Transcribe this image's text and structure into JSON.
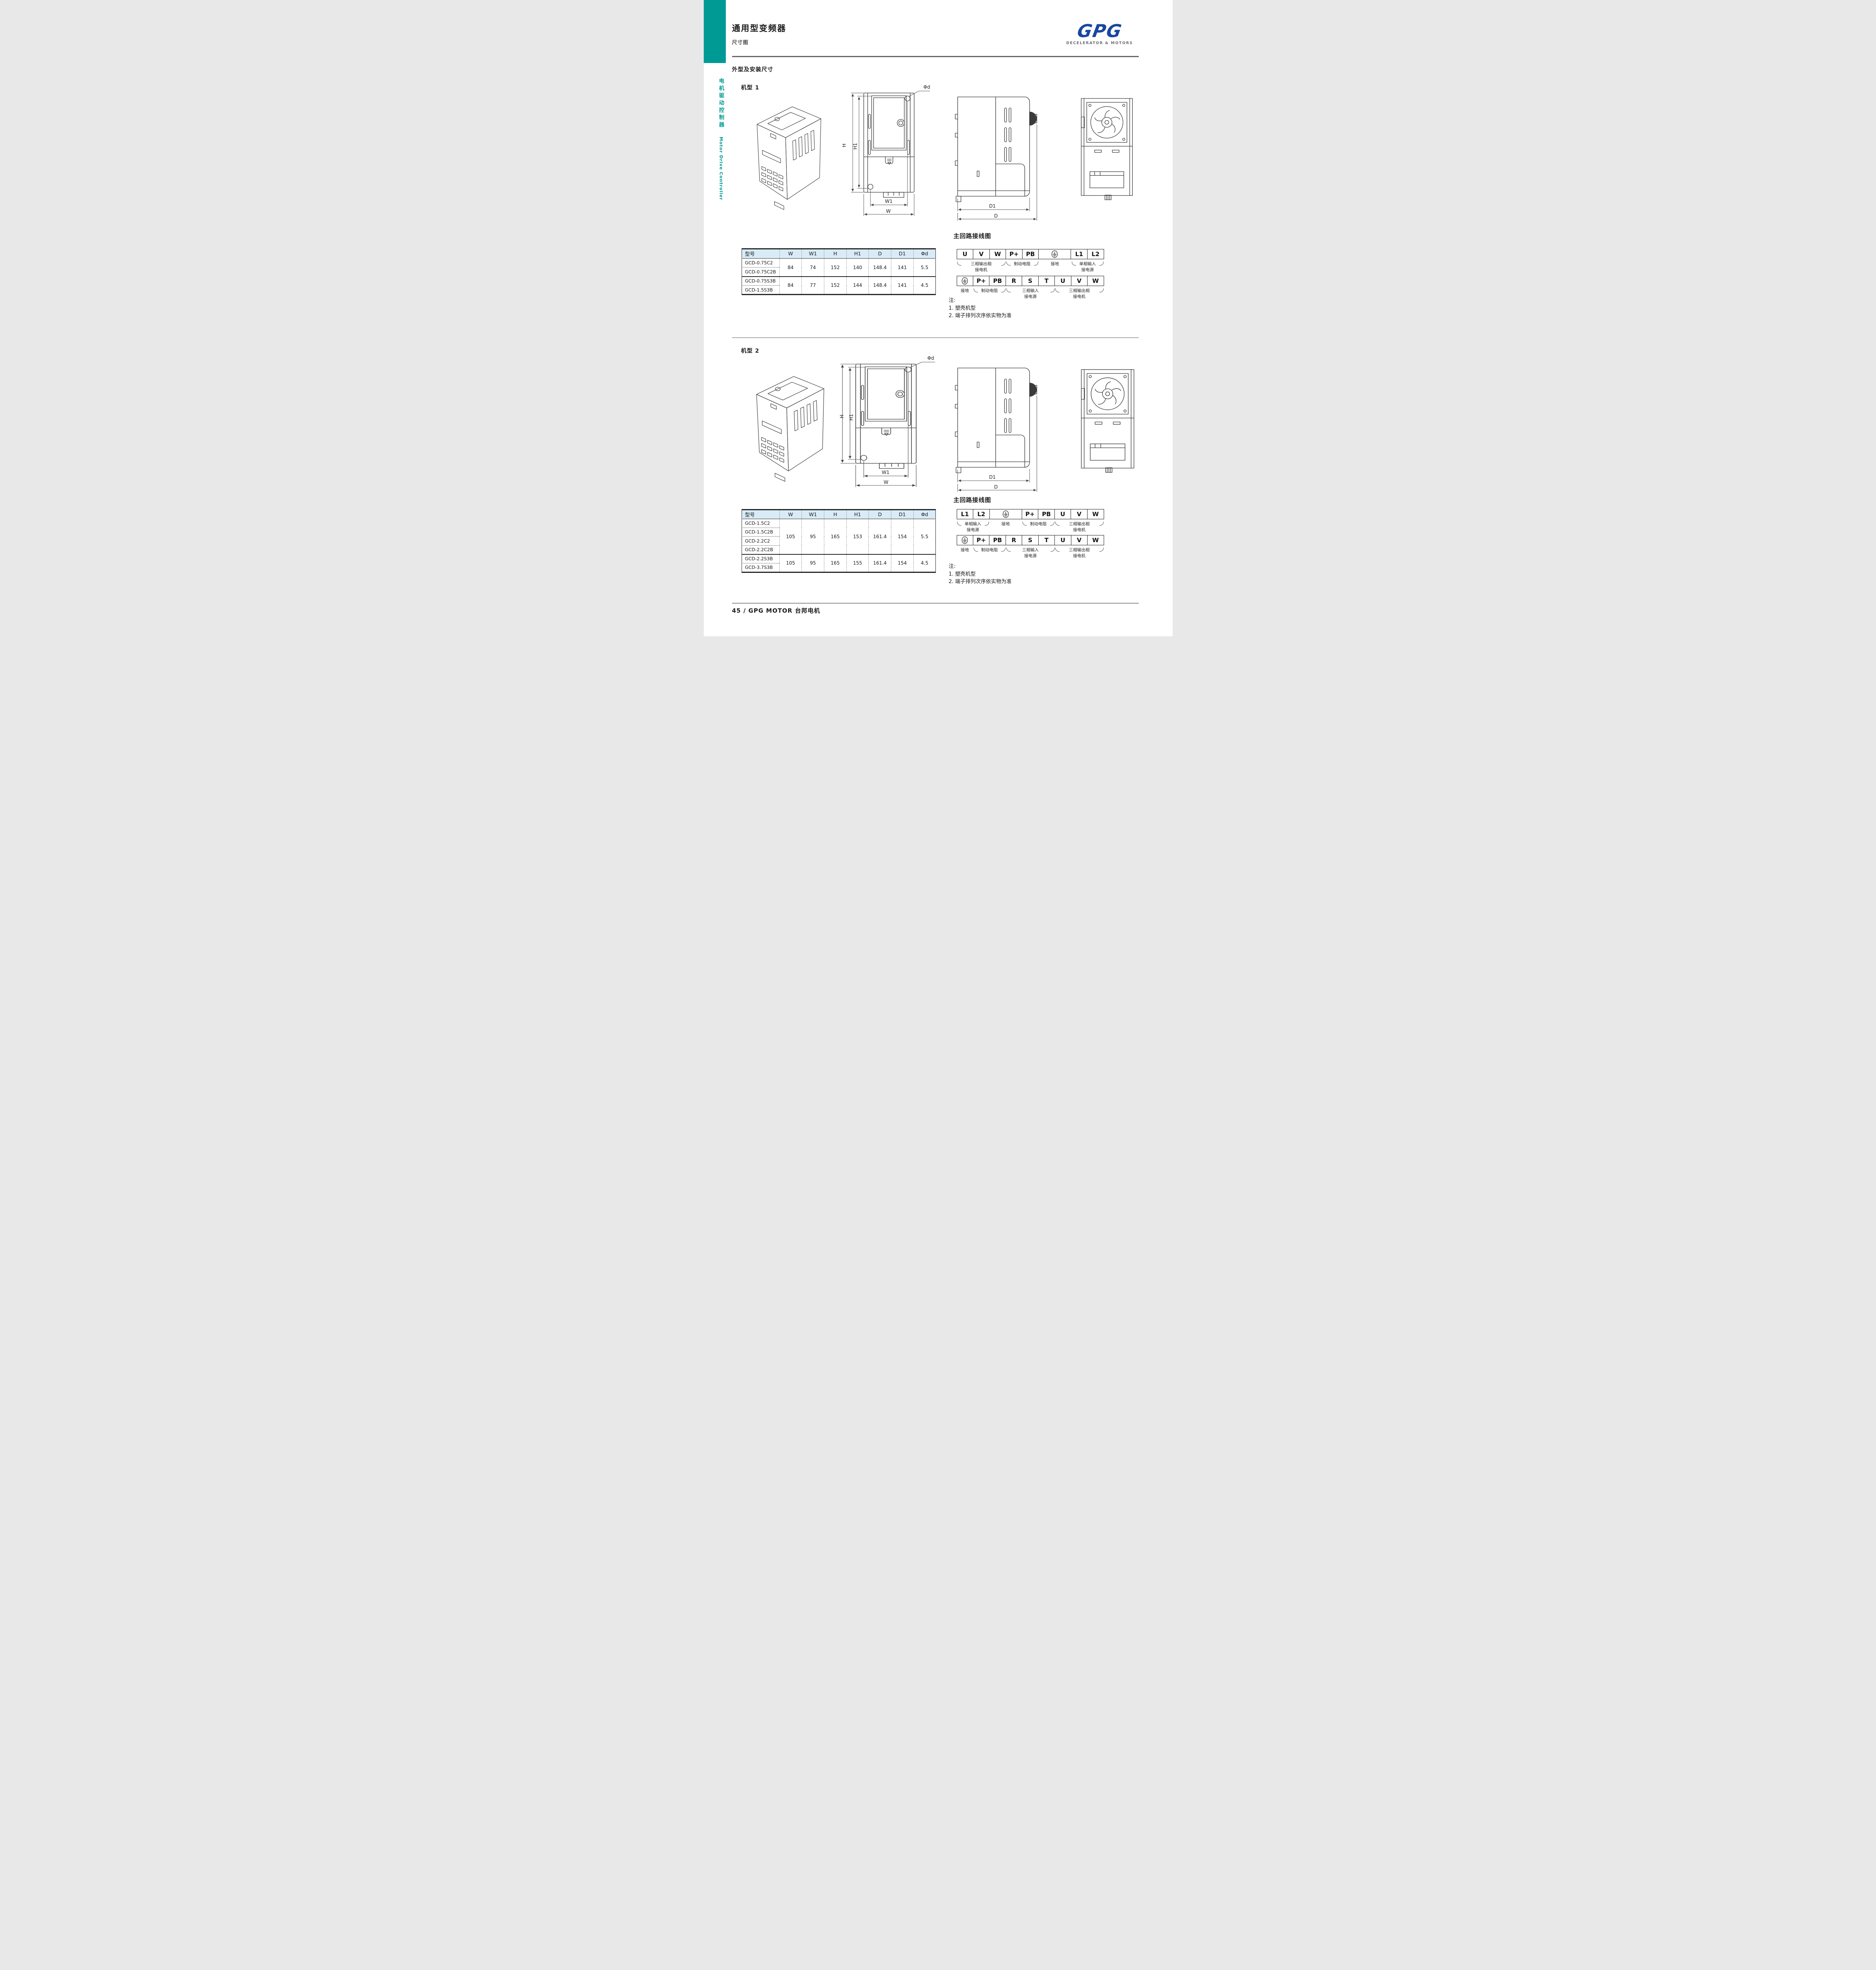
{
  "page": {
    "title": "通用型变频器",
    "subtitle": "尺寸图",
    "section_title": "外型及安装尺寸",
    "footer": "45 / GPG MOTOR 台邦电机"
  },
  "logo": {
    "text": "GPG",
    "tagline": "DECELERATOR & MOTORS"
  },
  "sidebar": {
    "cn": "电机驱动控制器",
    "en": "Motor Drive Controller"
  },
  "models": {
    "m1": "机型 1",
    "m2": "机型 2"
  },
  "wiring": {
    "title": "主回路接线图"
  },
  "terms": {
    "u": "U",
    "v": "V",
    "w": "W",
    "pplus": "P+",
    "pb": "PB",
    "l1": "L1",
    "l2": "L2",
    "r": "R",
    "s": "S",
    "t": "T"
  },
  "labels": {
    "out3": "三相输出相",
    "motor": "接电机",
    "brake": "制动电阻",
    "gnd": "接地",
    "in1": "单相输入",
    "supply": "接电源",
    "in3": "三相输入"
  },
  "dims": {
    "w": "W",
    "w1": "W1",
    "h": "H",
    "h1": "H1",
    "d": "D",
    "d1": "D1",
    "phid": "Φd"
  },
  "table_headers": [
    "型号",
    "W",
    "W1",
    "H",
    "H1",
    "D",
    "D1",
    "Φd"
  ],
  "table1": {
    "groups": [
      {
        "m": [
          "GCD-0.75C2",
          "GCD-0.75C2B"
        ],
        "v": [
          "84",
          "74",
          "152",
          "140",
          "148.4",
          "141",
          "5.5"
        ]
      },
      {
        "m": [
          "GCD-0.75S3B",
          "GCD-1.5S3B"
        ],
        "v": [
          "84",
          "77",
          "152",
          "144",
          "148.4",
          "141",
          "4.5"
        ]
      }
    ]
  },
  "table2": {
    "groups": [
      {
        "m": [
          "GCD-1.5C2",
          "GCD-1.5C2B",
          "GCD-2.2C2",
          "GCD-2.2C2B"
        ],
        "v": [
          "105",
          "95",
          "165",
          "153",
          "161.4",
          "154",
          "5.5"
        ]
      },
      {
        "m": [
          "GCD-2.2S3B",
          "GCD-3.7S3B"
        ],
        "v": [
          "105",
          "95",
          "165",
          "155",
          "161.4",
          "154",
          "4.5"
        ]
      }
    ]
  },
  "notes": {
    "head": "注:",
    "n1": "1. 塑壳机型",
    "n2": "2. 端子排列次序依实物为准"
  }
}
